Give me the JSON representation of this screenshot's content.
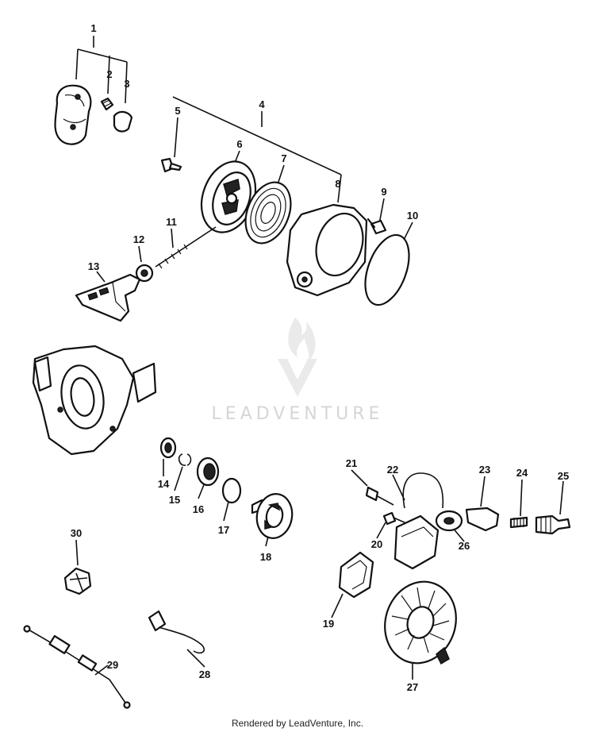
{
  "diagram": {
    "callouts": [
      "1",
      "2",
      "3",
      "4",
      "5",
      "6",
      "7",
      "8",
      "9",
      "10",
      "11",
      "12",
      "13",
      "14",
      "15",
      "16",
      "17",
      "18",
      "19",
      "20",
      "21",
      "22",
      "23",
      "24",
      "25",
      "26",
      "27",
      "28",
      "29",
      "30"
    ]
  },
  "watermark": {
    "brand": "LEADVENTURE"
  },
  "footer": {
    "text": "Rendered by LeadVenture, Inc."
  }
}
